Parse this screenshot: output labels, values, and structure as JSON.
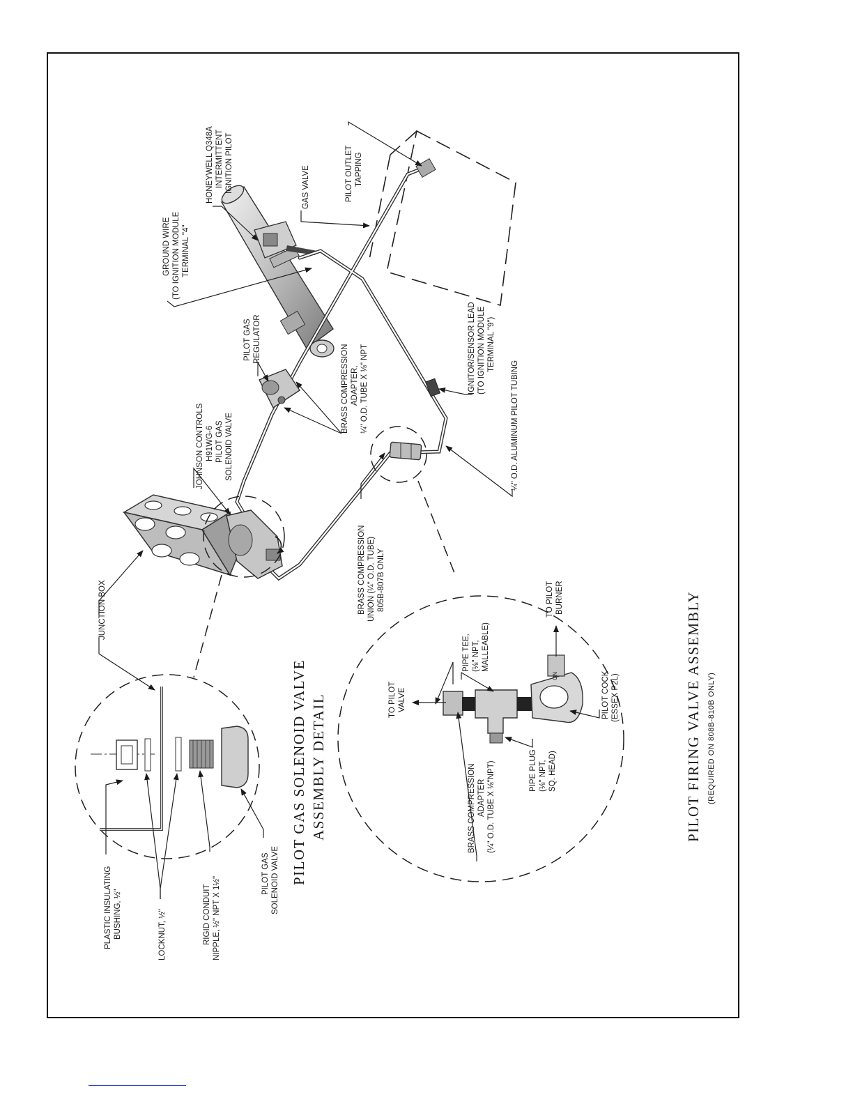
{
  "titles": {
    "solenoid_detail_line1": "PILOT GAS SOLENOID VALVE",
    "solenoid_detail_line2": "ASSEMBLY DETAIL",
    "firing_valve": "PILOT FIRING VALVE ASSEMBLY",
    "firing_valve_note": "(REQUIRED ON 808B-810B ONLY)"
  },
  "callouts": {
    "plastic_bushing": [
      "PLASTIC INSULATING",
      "BUSHING, ½\""
    ],
    "locknut": [
      "LOCKNUT, ½\""
    ],
    "rigid_conduit": [
      "RIGID CONDUIT",
      "NIPPLE, ½\" NPT X 1½\""
    ],
    "pilot_gas_solenoid": [
      "PILOT GAS",
      "SOLENOID VALVE"
    ],
    "junction_box": [
      "JUNCTION BOX"
    ],
    "johnson_controls": [
      "JOHNSON CONTROLS",
      "H91WG-6",
      "PILOT GAS",
      "SOLENOID VALVE"
    ],
    "pilot_gas_regulator": [
      "PILOT GAS",
      "REGULATOR"
    ],
    "brass_adapter_top": [
      "BRASS COMPRESSION",
      "ADAPTER,",
      "¼\" O.D. TUBE X ⅛\" NPT"
    ],
    "ground_wire": [
      "GROUND WIRE",
      "(TO IGNITION MODULE",
      "TERMINAL \"4\""
    ],
    "honeywell": [
      "HONEYWELL Q348A",
      "INTERMITTENT",
      "IGNITION PILOT"
    ],
    "gas_valve": [
      "GAS VALVE"
    ],
    "pilot_outlet": [
      "PILOT OUTLET",
      "TAPPING"
    ],
    "ignitor_lead": [
      "IGNITOR/SENSOR LEAD",
      "(TO IGNITION MODULE",
      "TERMINAL \"9\")"
    ],
    "aluminum_tubing": [
      "¼\" O.D. ALUMINUM PILOT TUBING"
    ],
    "brass_union": [
      "BRASS COMPRESSION",
      "UNION (¼\" O.D. TUBE)",
      "805B-807B ONLY"
    ],
    "to_pilot_valve": [
      "TO PILOT",
      "VALVE"
    ],
    "pipe_tee": [
      "PIPE TEE,",
      "(⅛\" NPT,",
      "MALLEABLE)"
    ],
    "to_pilot_burner": [
      "TO PILOT",
      "BURNER"
    ],
    "pilot_cock": [
      "PILOT COCK",
      "(ESSEX P2L)"
    ],
    "pipe_plug": [
      "PIPE PLUG",
      "(⅛\" NPT,",
      "SQ. HEAD)"
    ],
    "brass_adapter_detail": [
      "BRASS COMPRESSION",
      "ADAPTER",
      "(¼\" O.D. TUBE X ⅛\"NPT)"
    ],
    "cock_on_label": "ON"
  }
}
